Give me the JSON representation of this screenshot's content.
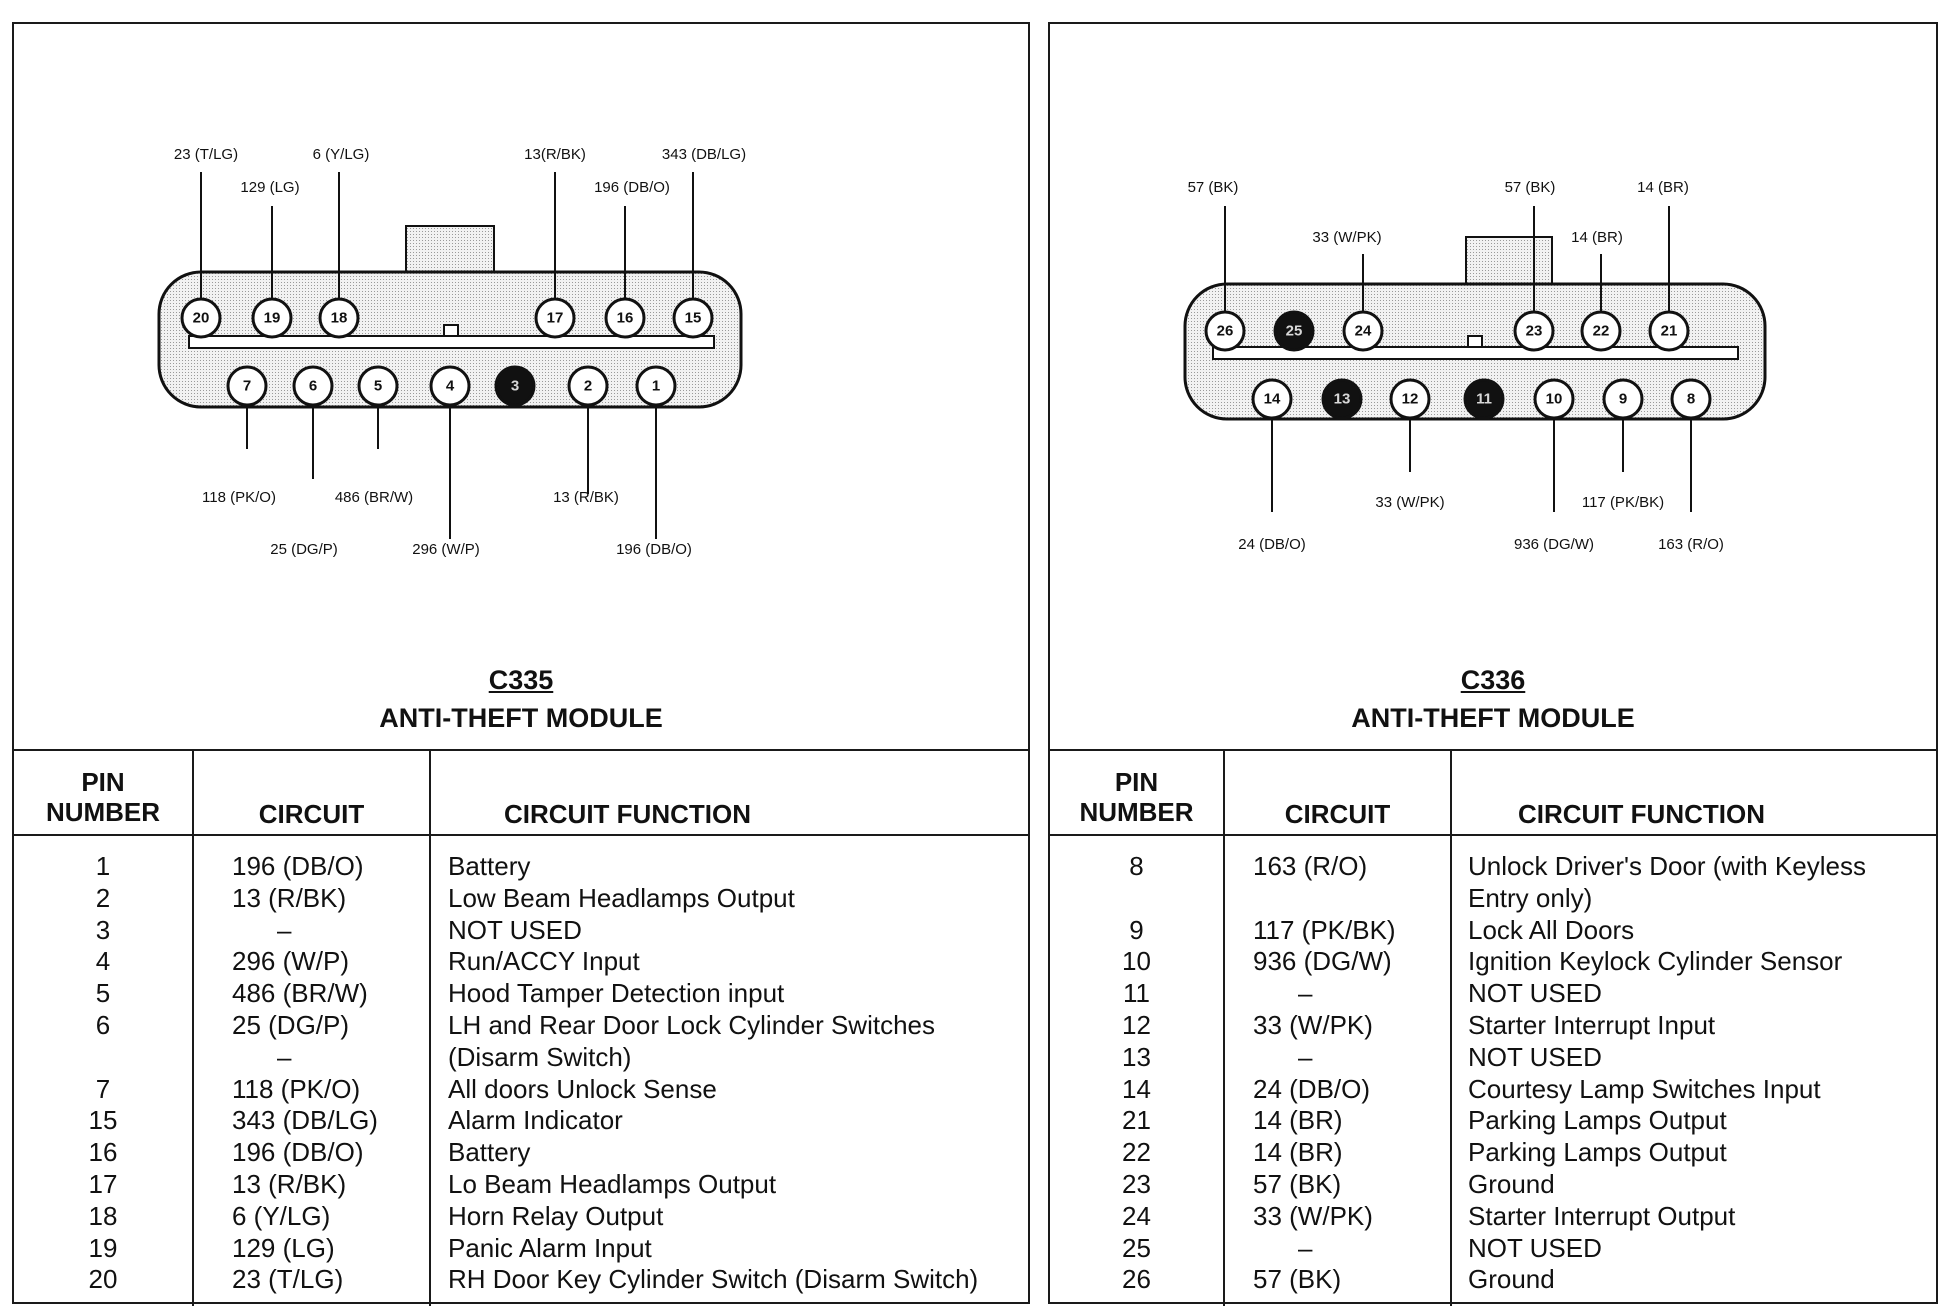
{
  "connectors": [
    {
      "id": "C335",
      "module": "ANTI-THEFT MODULE",
      "pins_top": [
        {
          "n": "20",
          "used": true
        },
        {
          "n": "19",
          "used": true
        },
        {
          "n": "18",
          "used": true
        },
        {
          "n": "17",
          "used": true
        },
        {
          "n": "16",
          "used": true
        },
        {
          "n": "15",
          "used": true
        }
      ],
      "pins_bottom": [
        {
          "n": "7",
          "used": true
        },
        {
          "n": "6",
          "used": true
        },
        {
          "n": "5",
          "used": true
        },
        {
          "n": "4",
          "used": true
        },
        {
          "n": "3",
          "used": false
        },
        {
          "n": "2",
          "used": true
        },
        {
          "n": "1",
          "used": true
        }
      ],
      "wire_labels_top": [
        "23 (T/LG)",
        "129 (LG)",
        "6 (Y/LG)",
        "13(R/BK)",
        "196 (DB/O)",
        "343 (DB/LG)"
      ],
      "wire_labels_bottom": [
        "118 (PK/O)",
        "25 (DG/P)",
        "486 (BR/W)",
        "296 (W/P)",
        "13 (R/BK)",
        "196 (DB/O)"
      ],
      "table": {
        "headers": {
          "pin_line1": "PIN",
          "pin_line2": "NUMBER",
          "circuit": "CIRCUIT",
          "function": "CIRCUIT FUNCTION"
        },
        "rows": [
          {
            "pin": "1",
            "circuit": "196 (DB/O)",
            "function": "Battery"
          },
          {
            "pin": "2",
            "circuit": "13 (R/BK)",
            "function": "Low Beam Headlamps Output"
          },
          {
            "pin": "3",
            "circuit": "–",
            "function": "NOT USED"
          },
          {
            "pin": "4",
            "circuit": "296 (W/P)",
            "function": "Run/ACCY Input"
          },
          {
            "pin": "5",
            "circuit": "486 (BR/W)",
            "function": "Hood Tamper Detection input"
          },
          {
            "pin": "6",
            "circuit": "25 (DG/P)",
            "function": "LH and Rear Door Lock Cylinder Switches"
          },
          {
            "pin": "",
            "circuit": "–",
            "function": "(Disarm Switch)"
          },
          {
            "pin": "7",
            "circuit": "118 (PK/O)",
            "function": "All doors Unlock Sense"
          },
          {
            "pin": "15",
            "circuit": "343 (DB/LG)",
            "function": "Alarm Indicator"
          },
          {
            "pin": "16",
            "circuit": "196 (DB/O)",
            "function": "Battery"
          },
          {
            "pin": "17",
            "circuit": "13 (R/BK)",
            "function": "Lo Beam Headlamps Output"
          },
          {
            "pin": "18",
            "circuit": "6 (Y/LG)",
            "function": "Horn Relay Output"
          },
          {
            "pin": "19",
            "circuit": "129 (LG)",
            "function": "Panic Alarm Input"
          },
          {
            "pin": "20",
            "circuit": "23 (T/LG)",
            "function": "RH Door Key Cylinder Switch (Disarm Switch)"
          }
        ]
      }
    },
    {
      "id": "C336",
      "module": "ANTI-THEFT MODULE",
      "pins_top": [
        {
          "n": "26",
          "used": true
        },
        {
          "n": "25",
          "used": false
        },
        {
          "n": "24",
          "used": true
        },
        {
          "n": "23",
          "used": true
        },
        {
          "n": "22",
          "used": true
        },
        {
          "n": "21",
          "used": true
        }
      ],
      "pins_bottom": [
        {
          "n": "14",
          "used": true
        },
        {
          "n": "13",
          "used": false
        },
        {
          "n": "12",
          "used": true
        },
        {
          "n": "11",
          "used": false
        },
        {
          "n": "10",
          "used": true
        },
        {
          "n": "9",
          "used": true
        },
        {
          "n": "8",
          "used": true
        }
      ],
      "wire_labels_top": [
        "57 (BK)",
        "33 (W/PK)",
        "57 (BK)",
        "14 (BR)",
        "14 (BR)"
      ],
      "wire_labels_bottom": [
        "24 (DB/O)",
        "33 (W/PK)",
        "936 (DG/W)",
        "117 (PK/BK)",
        "163 (R/O)"
      ],
      "table": {
        "headers": {
          "pin_line1": "PIN",
          "pin_line2": "NUMBER",
          "circuit": "CIRCUIT",
          "function": "CIRCUIT FUNCTION"
        },
        "rows": [
          {
            "pin": "8",
            "circuit": "163 (R/O)",
            "function": "Unlock Driver's Door (with Keyless"
          },
          {
            "pin": "",
            "circuit": "",
            "function": "Entry only)"
          },
          {
            "pin": "9",
            "circuit": "117 (PK/BK)",
            "function": "Lock All Doors"
          },
          {
            "pin": "10",
            "circuit": "936 (DG/W)",
            "function": "Ignition Keylock Cylinder Sensor"
          },
          {
            "pin": "11",
            "circuit": "–",
            "function": "NOT USED"
          },
          {
            "pin": "12",
            "circuit": "33 (W/PK)",
            "function": "Starter Interrupt Input"
          },
          {
            "pin": "13",
            "circuit": "–",
            "function": "NOT USED"
          },
          {
            "pin": "14",
            "circuit": "24 (DB/O)",
            "function": "Courtesy Lamp Switches Input"
          },
          {
            "pin": "21",
            "circuit": "14 (BR)",
            "function": "Parking Lamps Output"
          },
          {
            "pin": "22",
            "circuit": "14 (BR)",
            "function": "Parking Lamps Output"
          },
          {
            "pin": "23",
            "circuit": "57 (BK)",
            "function": "Ground"
          },
          {
            "pin": "24",
            "circuit": "33 (W/PK)",
            "function": "Starter Interrupt Output"
          },
          {
            "pin": "25",
            "circuit": "–",
            "function": "NOT USED"
          },
          {
            "pin": "26",
            "circuit": "57 (BK)",
            "function": "Ground"
          }
        ]
      }
    }
  ]
}
